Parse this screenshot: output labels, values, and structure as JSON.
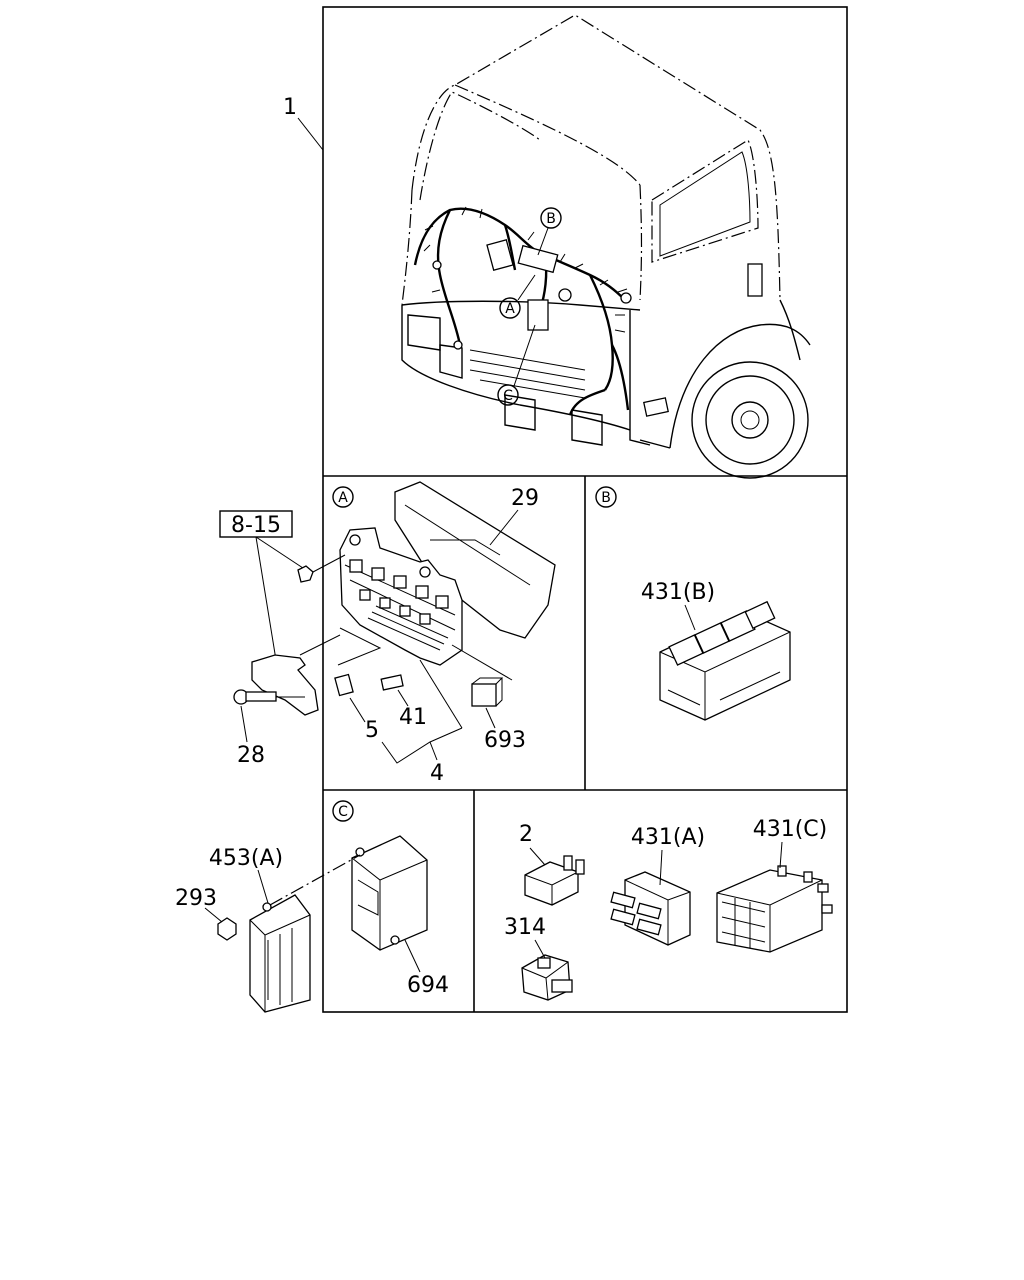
{
  "labels": {
    "harness": "1",
    "fuse_box": "4",
    "fuse": "5",
    "bolt": "28",
    "cover": "29",
    "clip": "41",
    "relay_b": "431(B)",
    "relay_a": "431(A)",
    "relay_c": "431(C)",
    "unit_a": "453(A)",
    "nut": "293",
    "relay_693": "693",
    "module_694": "694",
    "relay_2": "2",
    "relay_314": "314",
    "bracket_ref": "8-15"
  },
  "callouts": {
    "a": "A",
    "b": "B",
    "c": "C"
  }
}
